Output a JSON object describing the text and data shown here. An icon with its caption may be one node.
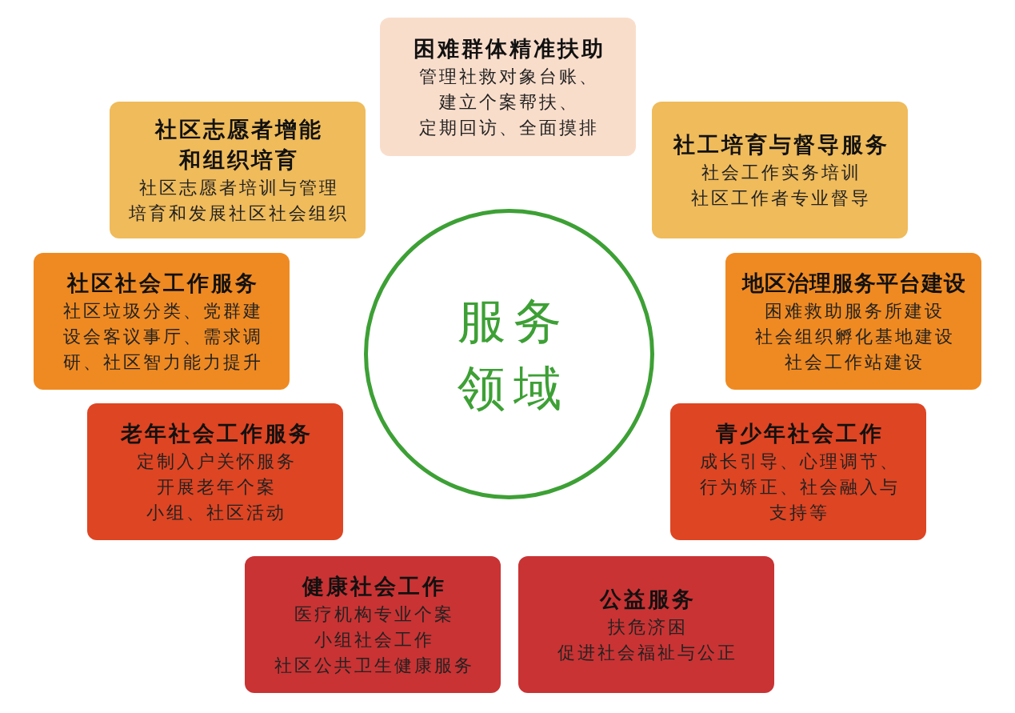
{
  "diagram": {
    "nodes": [
      {
        "text": [
          "困难群体精准扶助",
          "管理社救对象台账、建立个案帮扶、定期回访、全面摸排"
        ]
      },
      {
        "text": [
          "社区志愿者增能和组织培育",
          "社区志愿者培训与管理",
          "培育和发展社区社会组织"
        ]
      },
      {
        "text": [
          "社工培育与督导服务",
          "社会工作实务培训",
          "社区工作者专业督导"
        ]
      },
      {
        "text": [
          "服务领域"
        ]
      },
      {
        "text": [
          "社区社会工作服务",
          "社区垃圾分类、党群建设会客议事厅、需求调研、社区智力能力提升"
        ]
      },
      {
        "text": [
          "地区治理服务平台建设",
          "困难救助服务所建设",
          "社会组织孵化基地建设",
          "社会工作站建设"
        ]
      },
      {
        "text": [
          "老年社会工作服务",
          "定制入户关怀服务",
          "开展老年个案",
          "小组、社区活动"
        ]
      },
      {
        "text": [
          "青少年社会工作",
          "成长引导、心理调节、行为矫正、社会融入与支持等"
        ]
      },
      {
        "text": [
          "健康社会工作",
          "医疗机构专业个案",
          "小组社会工作",
          "社区公共卫生健康服务"
        ]
      },
      {
        "text": [
          "公益服务",
          "扶危济困",
          "促进社会福祉与公正"
        ]
      }
    ]
  }
}
